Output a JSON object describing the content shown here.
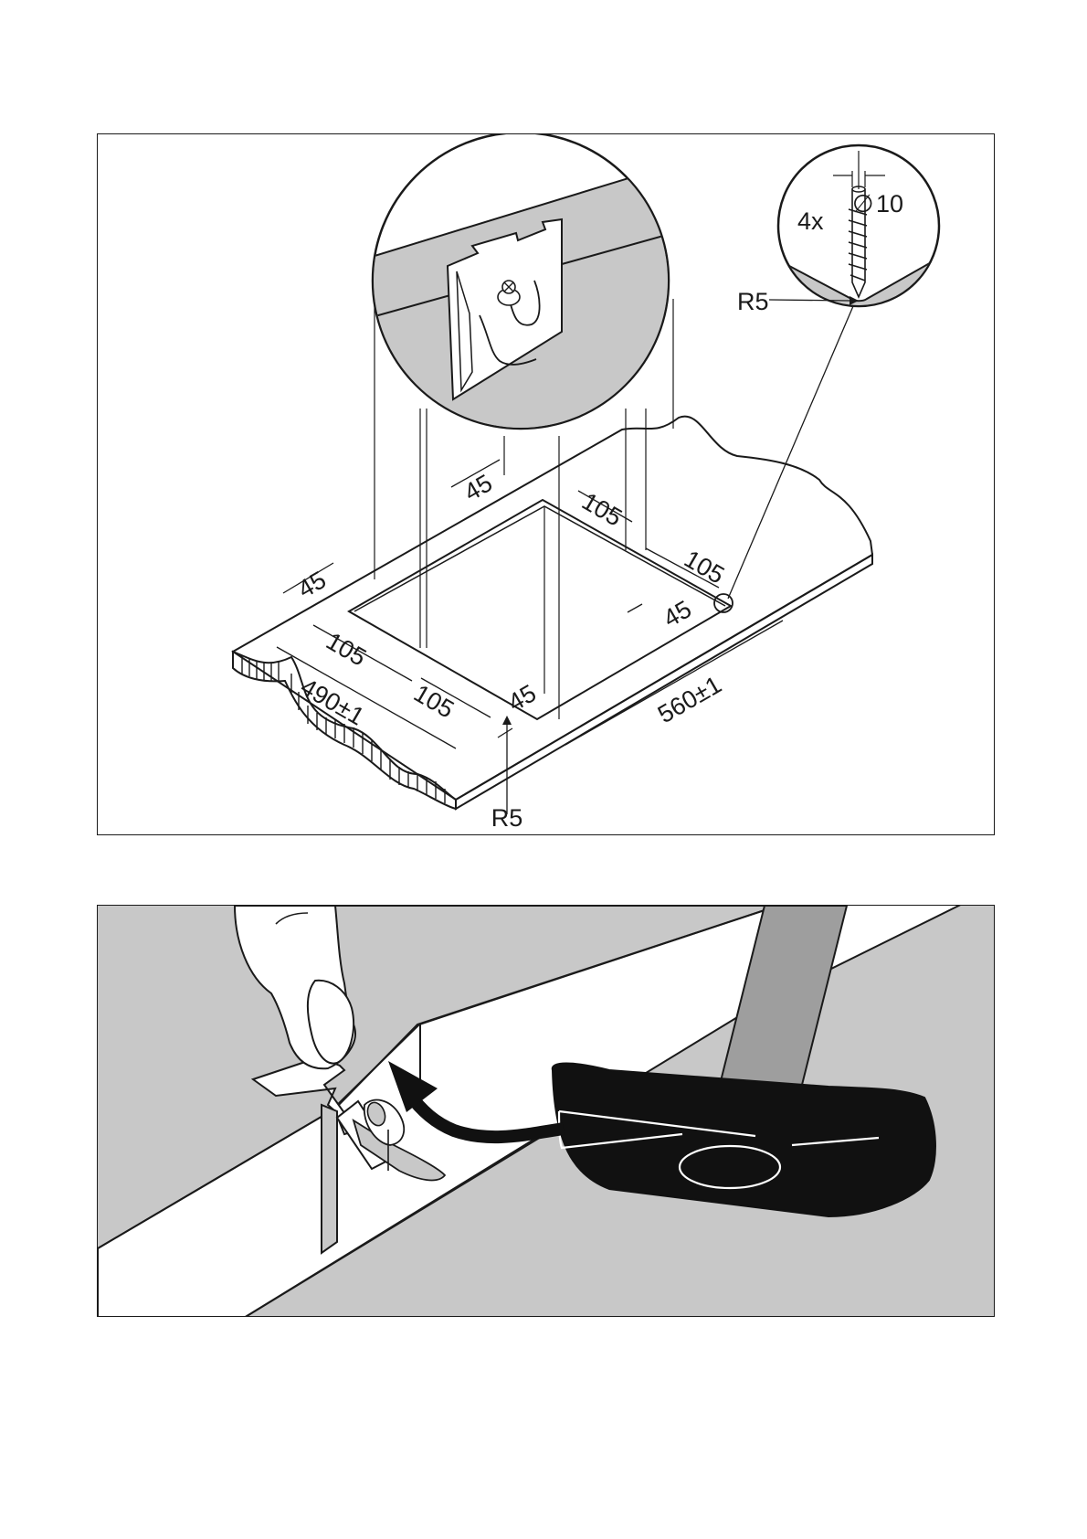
{
  "figure_top": {
    "callout_bracket_detail": "",
    "callout_screw": {
      "quantity": "4x",
      "diameter_symbol": "∅",
      "diameter": "10",
      "radius": "R5"
    },
    "dimensions": {
      "depth_overall": "490±1",
      "width_overall": "560±1",
      "left_front_1": "105",
      "left_front_2": "105",
      "left_margin": "45",
      "back_margin": "45",
      "right_back_1": "105",
      "right_back_2": "105",
      "right_margin": "45",
      "front_margin": "45",
      "corner_radius": "R5"
    }
  },
  "figure_bottom": {
    "action": ""
  },
  "colors": {
    "line": "#1a1a1a",
    "shade": "#c8c8c8",
    "hammer": "#111111"
  }
}
